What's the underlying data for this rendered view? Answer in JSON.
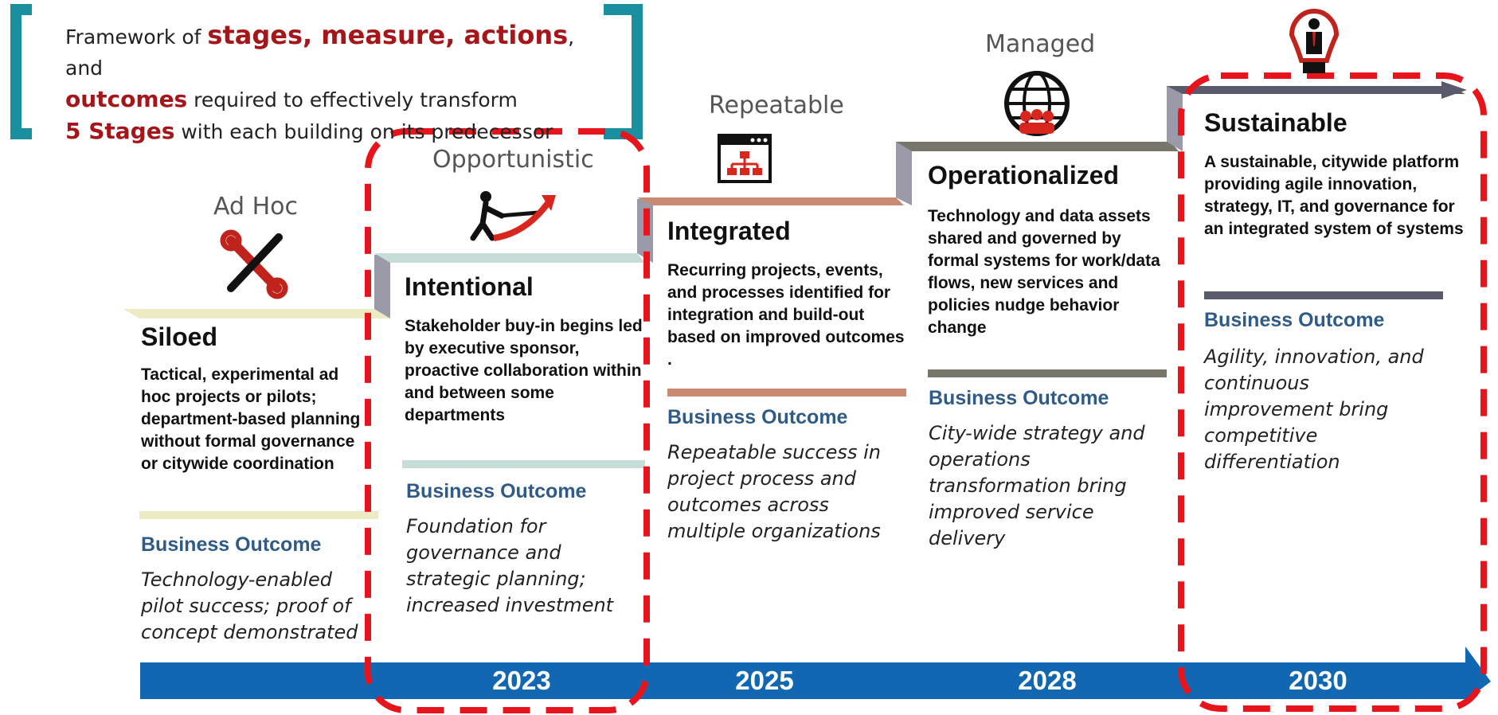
{
  "intro": {
    "line1_pre": "Framework of ",
    "line1_hl": "stages, measure, actions",
    "line1_post": ", and",
    "line2_hl": "outcomes",
    "line2_post": " required to effectively transform",
    "line3_hl": "5 Stages",
    "line3_post": " with each building on its predecessor"
  },
  "stages": [
    {
      "label": "Ad Hoc",
      "icon": "tools-icon",
      "title": "Siloed",
      "description": "Tactical, experimental ad hoc projects or pilots; department-based planning without formal governance or citywide coordination",
      "outcome_heading": "Business Outcome",
      "outcome": "Technology-enabled pilot success; proof of concept demonstrated",
      "bar_color": "#ecebc4"
    },
    {
      "label": "Opportunistic",
      "icon": "tug-of-war-icon",
      "title": "Intentional",
      "description": "Stakeholder buy-in begins led by executive sponsor, proactive collaboration within and between some departments",
      "outcome_heading": "Business Outcome",
      "outcome": "Foundation for governance and strategic planning; increased investment",
      "bar_color": "#c6ddd8"
    },
    {
      "label": "Repeatable",
      "icon": "org-chart-window-icon",
      "title": "Integrated",
      "description": "Recurring projects, events, and processes identified for integration and build-out based on improved outcomes .",
      "outcome_heading": "Business Outcome",
      "outcome": "Repeatable success in project process and outcomes across multiple organizations",
      "bar_color": "#c98a72"
    },
    {
      "label": "Managed",
      "icon": "network-globe-icon",
      "title": "Operationalized",
      "description": "Technology and data assets shared and governed by formal systems for work/data flows, new services and policies nudge behavior change",
      "outcome_heading": "Business Outcome",
      "outcome": "City-wide strategy and operations transformation bring improved service delivery",
      "bar_color": "#76766a"
    },
    {
      "label": "",
      "icon": "lightbulb-person-icon",
      "title": "Sustainable",
      "description": "A sustainable, citywide platform providing agile innovation, strategy, IT, and governance for an integrated system of systems",
      "outcome_heading": "Business Outcome",
      "outcome": "Agility, innovation, and continuous improvement bring competitive differentiation",
      "bar_color": "#595b6c"
    }
  ],
  "timeline": {
    "years": [
      "2023",
      "2025",
      "2028",
      "2030"
    ],
    "color": "#1167b1"
  },
  "colors": {
    "bracket": "#1a8fa0",
    "highlight_red": "#a4161a",
    "dashed_outline": "#e8141c",
    "outcome_heading": "#2f5b86"
  }
}
